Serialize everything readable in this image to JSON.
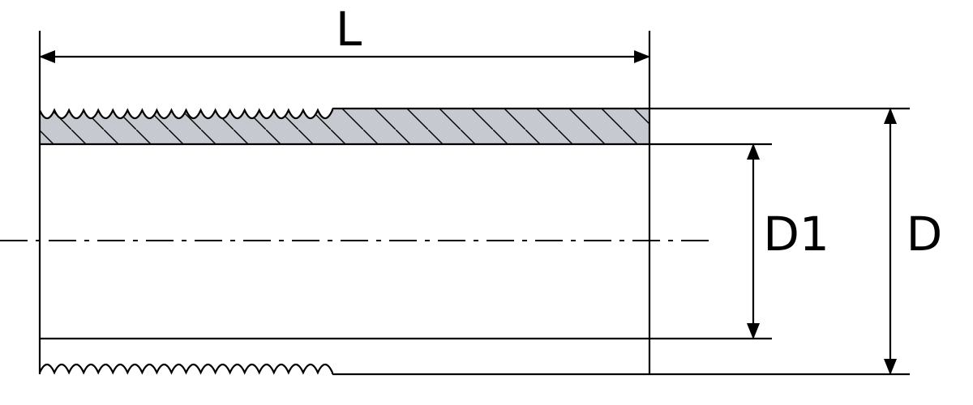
{
  "drawing": {
    "dimensions": {
      "length_label": "L",
      "inner_diameter_label": "D1",
      "outer_diameter_label": "D"
    },
    "colors": {
      "line": "#000000",
      "wall_fill": "#c6c9d0",
      "background": "#ffffff"
    },
    "features": [
      "external-thread",
      "section-hatching",
      "centerline",
      "dimension-arrows"
    ]
  }
}
